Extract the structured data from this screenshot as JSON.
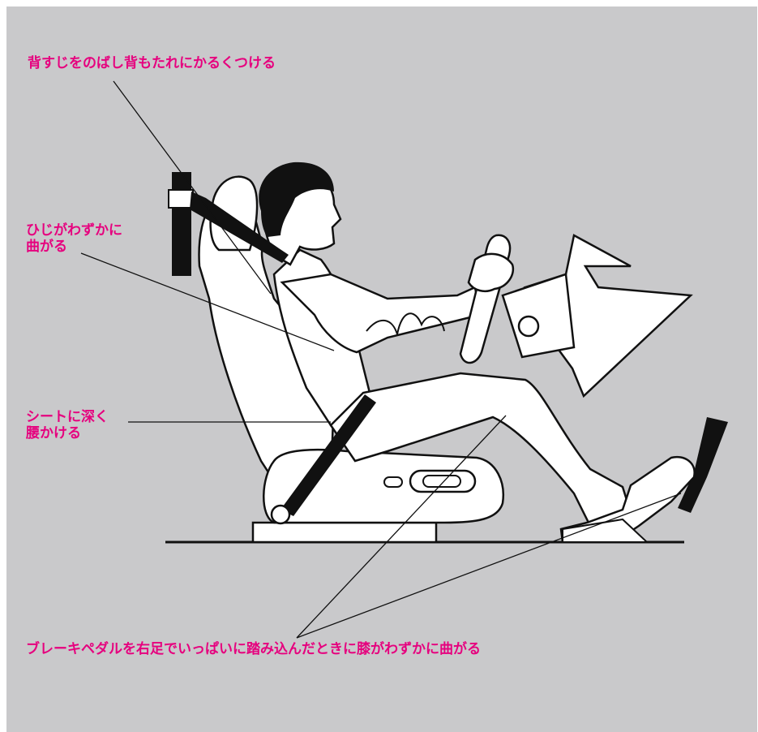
{
  "colors": {
    "background": "#c9c9cb",
    "label": "#e6007e",
    "line": "#111111",
    "figure_fill": "#ffffff"
  },
  "labels": {
    "back": "背すじをのばし背もたれにかるくつける",
    "elbow_line1": "ひじがわずかに",
    "elbow_line2": "曲がる",
    "seat_line1": "シートに深く",
    "seat_line2": "腰かける",
    "knee": "ブレーキペダルを右足でいっぱいに踏み込んだときに膝がわずかに曲がる"
  }
}
